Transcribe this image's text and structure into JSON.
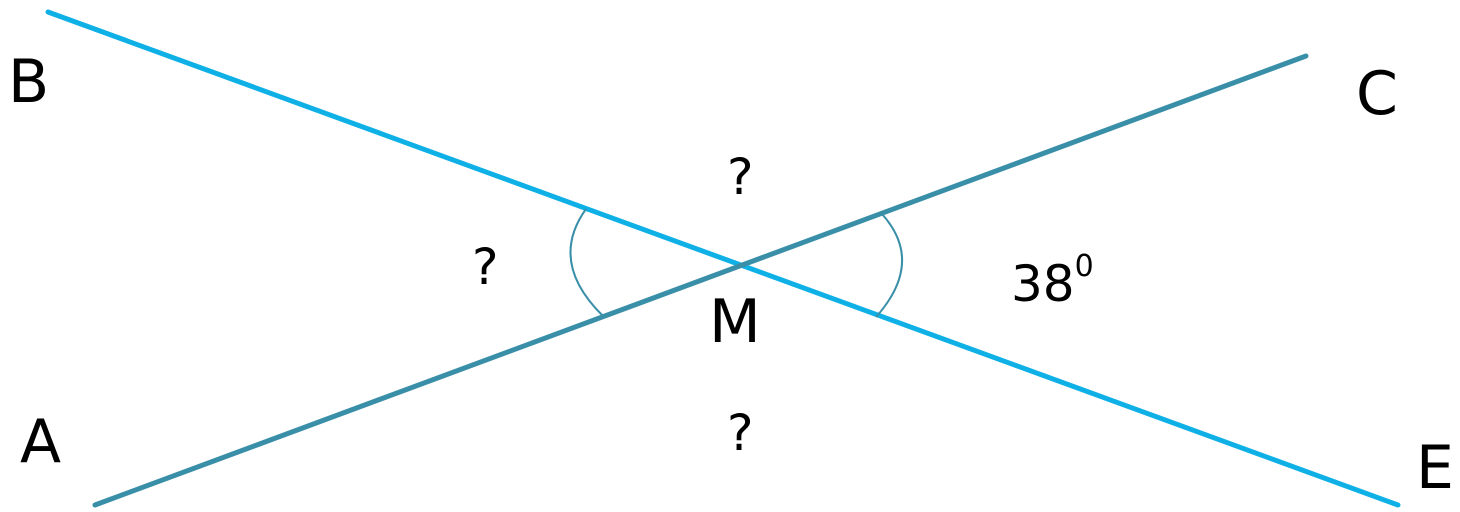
{
  "colors": {
    "line_be": "#0eb0e6",
    "line_ac": "#3a8fa8",
    "arc": "#3a8fa8",
    "text": "#000000"
  },
  "points": {
    "a": "A",
    "b": "B",
    "c": "C",
    "e": "E",
    "m": "M"
  },
  "angles": {
    "top": "?",
    "left": "?",
    "bottom": "?",
    "right_value": "38",
    "right_sup": "0"
  }
}
